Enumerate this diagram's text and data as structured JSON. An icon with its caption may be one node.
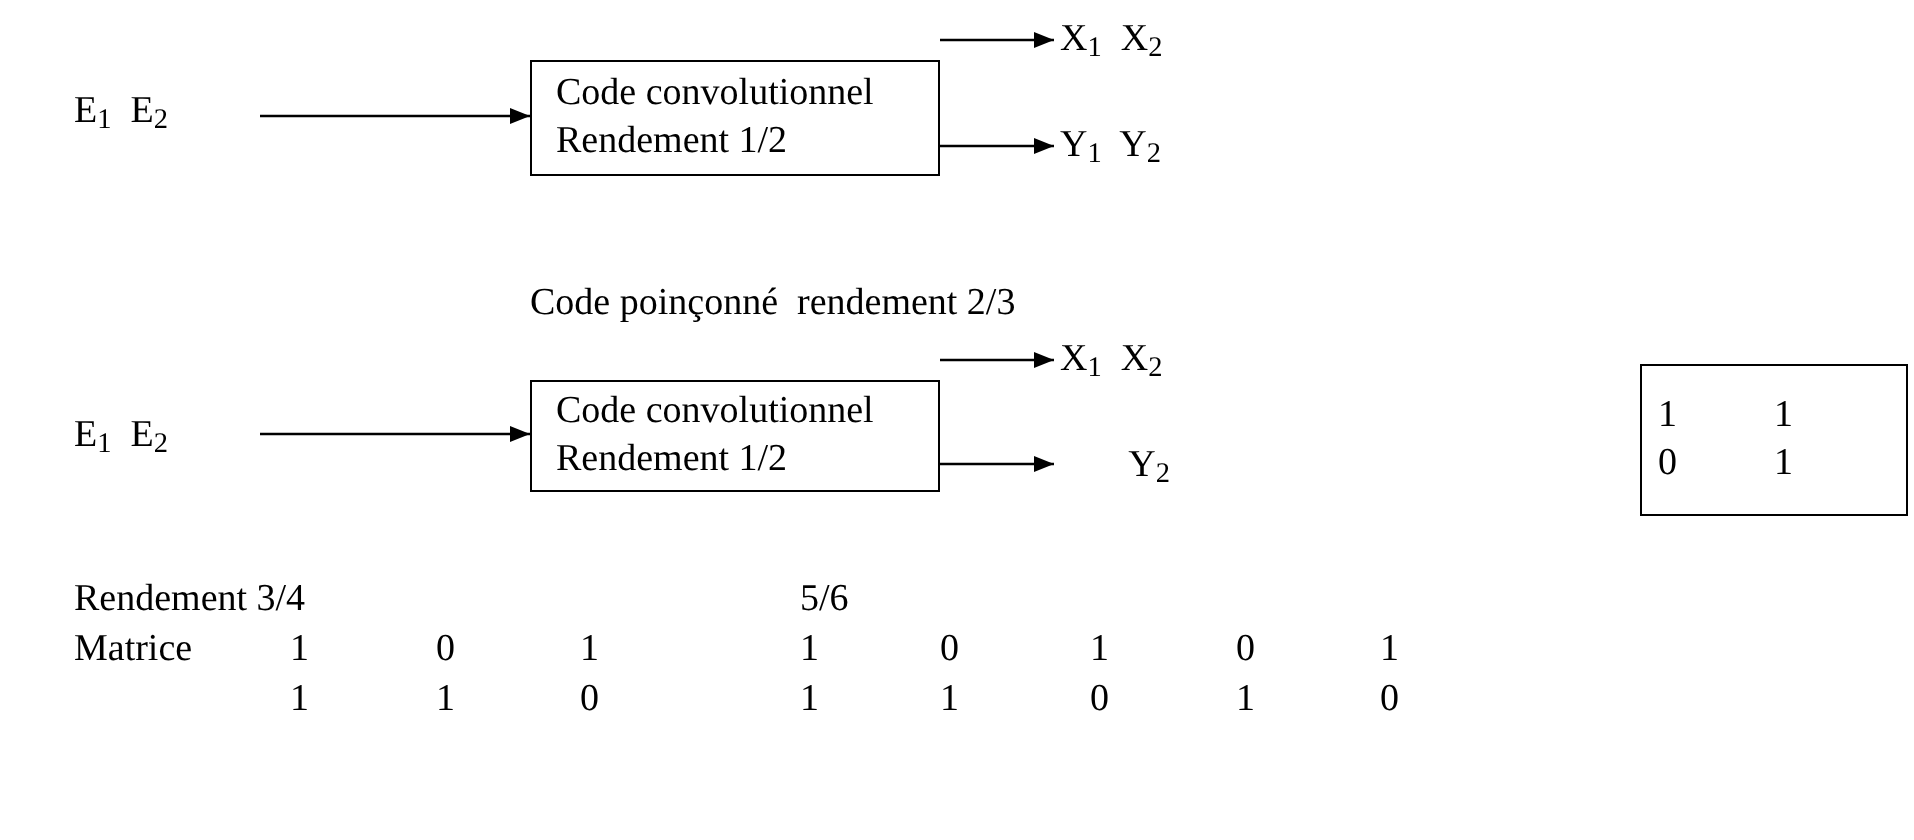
{
  "diagram": {
    "nodes": [
      {
        "text": [
          "E$_{1}$  E$_{2}$"
        ]
      },
      {
        "text": [
          "Code convolutionnel",
          "Rendement 1/2"
        ]
      },
      {
        "text": [
          "X$_{1}$  X$_{2}$"
        ]
      },
      {
        "text": [
          "Y$_{1}$  Y$_{2}$"
        ]
      },
      {
        "text": [
          "E$_{1}$  E$_{2}$"
        ]
      },
      {
        "text": [
          "Code convolutionnel",
          "Rendement 1/2"
        ]
      },
      {
        "text": [
          "X$_{1}$  X$_{2}$"
        ]
      },
      {
        "text": [
          "Y$_{2}$"
        ]
      },
      {
        "text": [
          "1",
          "1",
          "0",
          "1"
        ]
      }
    ],
    "edges": [
      {
        "from": 0,
        "to": 1,
        "arrow": "to"
      },
      {
        "from": 1,
        "to": 2,
        "arrow": "to"
      },
      {
        "from": 1,
        "to": 3,
        "arrow": "to"
      },
      {
        "from": 4,
        "to": 5,
        "arrow": "to"
      },
      {
        "from": 5,
        "to": 6,
        "arrow": "to"
      },
      {
        "from": 5,
        "to": 7,
        "arrow": "to"
      }
    ],
    "labels": [
      "Code poinçonné  rendement 2/3",
      "Rendement 3/4",
      "5/6",
      "Matrice",
      "1",
      "0",
      "1",
      "1",
      "0",
      "1",
      "0",
      "1",
      "1",
      "1",
      "0",
      "1",
      "1",
      "0",
      "1",
      "0"
    ]
  }
}
